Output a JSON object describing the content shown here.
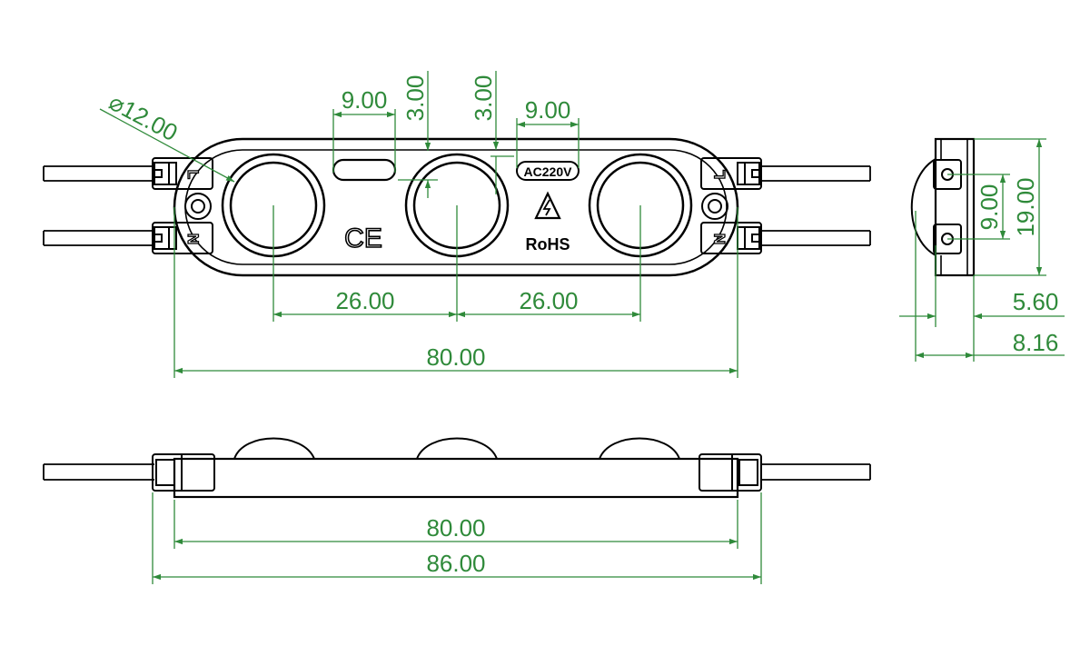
{
  "colors": {
    "outline": "#000000",
    "dimension": "#2f8a3a",
    "background": "#ffffff"
  },
  "top_view": {
    "markings": {
      "rating_label": "AC220V",
      "compliance_label": "RoHS",
      "ce_mark": "CE",
      "pin_label_line": "L",
      "pin_label_neutral": "N"
    },
    "icons": [
      "high-voltage-warning-icon",
      "ce-mark-icon"
    ],
    "dimensions": {
      "lens_diameter": "⌀12.00",
      "slot_width": "9.00",
      "slot_offset": "3.00",
      "lens_offset": "3.00",
      "label_width": "9.00",
      "lens_pitch_left": "26.00",
      "lens_pitch_right": "26.00",
      "body_length": "80.00"
    }
  },
  "side_view": {
    "dimensions": {
      "hole_pitch": "9.00",
      "body_height": "19.00",
      "base_thickness": "5.60",
      "total_thickness": "8.16"
    }
  },
  "front_view": {
    "dimensions": {
      "body_length": "80.00",
      "overall_length": "86.00"
    }
  }
}
